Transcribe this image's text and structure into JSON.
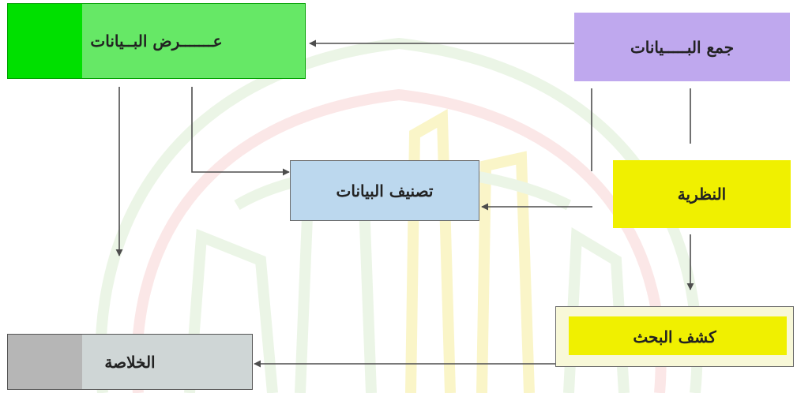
{
  "nodes": {
    "data_collection": "جمع البـــــيانات",
    "data_presentation": "عـــــــرض البــيانات",
    "theory": "النظرية",
    "data_classification": "تصنيف البيانات",
    "research_discovery": "كشف البحث",
    "conclusion": "الخلاصة"
  },
  "colors": {
    "green_solid": "#00e000",
    "green_light": "#66e866",
    "purple": "#bfa8ee",
    "yellow": "#f0f000",
    "blue": "#bcd8ee",
    "gray_dark": "#b6b6b6",
    "gray_light": "#cfd6d6",
    "arrow": "#4d4d4d",
    "watermark_green": "#ebf5e6",
    "watermark_yellow": "#faf5c8",
    "watermark_red": "#fbe7e7"
  }
}
